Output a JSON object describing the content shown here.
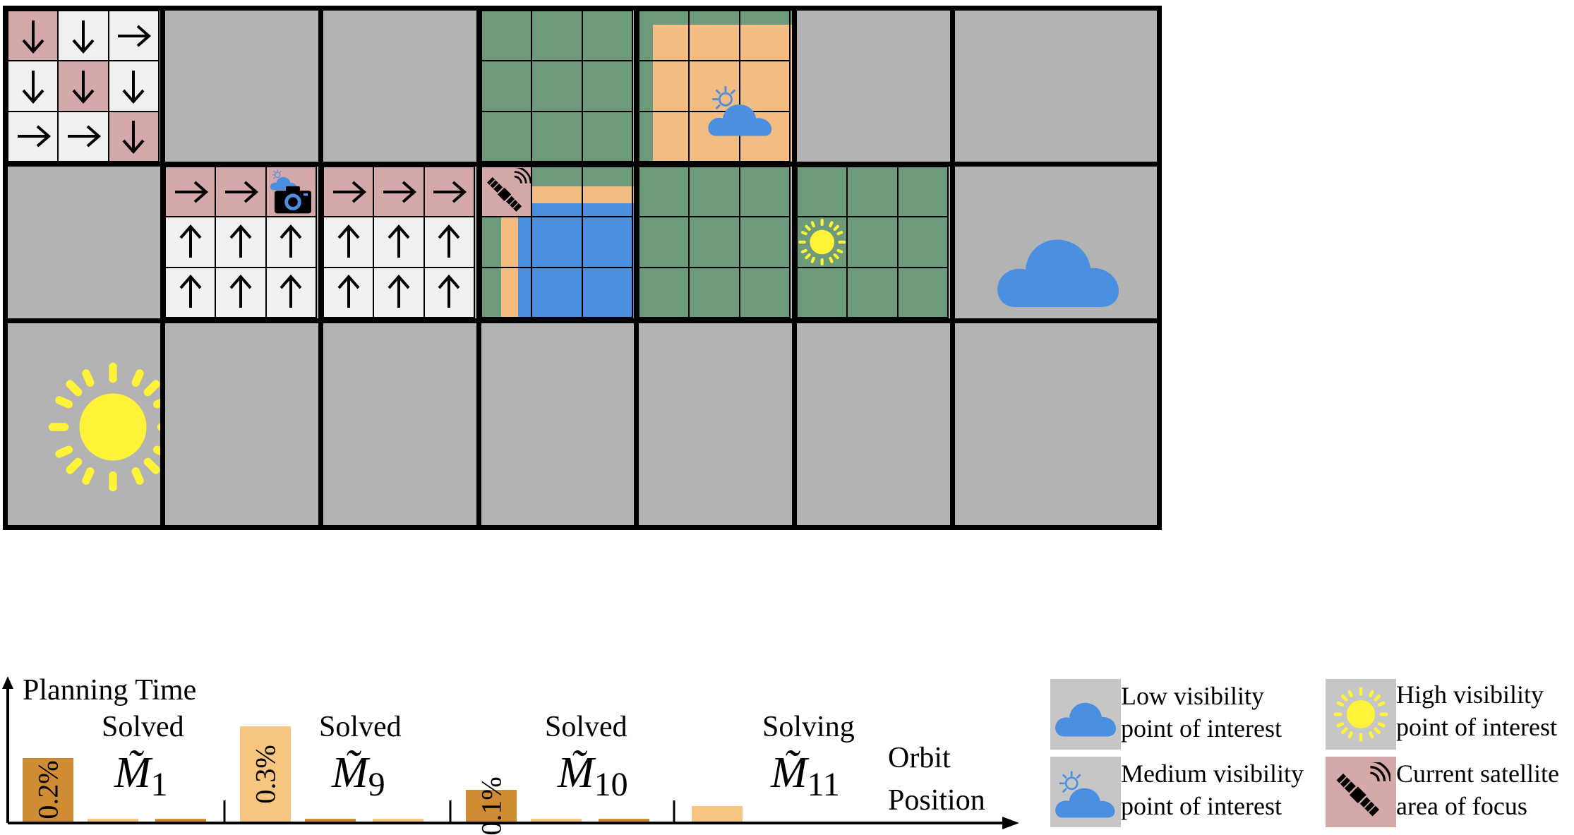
{
  "grid": {
    "rows": [
      [
        "policy",
        "empty",
        "empty",
        "green",
        "green-orange-cloud",
        "empty",
        "empty"
      ],
      [
        "empty",
        "policy-camera",
        "policy",
        "satellite-focus",
        "green",
        "green-sun",
        "cloud"
      ],
      [
        "sun",
        "empty",
        "empty",
        "empty",
        "empty",
        "empty",
        "empty"
      ]
    ],
    "policy_blocks": {
      "r0c0": {
        "cells": [
          [
            "down",
            "down",
            "right"
          ],
          [
            "down",
            "down",
            "down"
          ],
          [
            "right",
            "right",
            "down"
          ]
        ],
        "highlight": [
          [
            true,
            false,
            false
          ],
          [
            false,
            true,
            false
          ],
          [
            false,
            false,
            true
          ]
        ]
      },
      "r1c1": {
        "cells": [
          [
            "right",
            "right",
            "camera"
          ],
          [
            "up",
            "up",
            "up"
          ],
          [
            "up",
            "up",
            "up"
          ]
        ],
        "highlight": [
          [
            true,
            true,
            true
          ],
          [
            false,
            false,
            false
          ],
          [
            false,
            false,
            false
          ]
        ]
      },
      "r1c2": {
        "cells": [
          [
            "right",
            "right",
            "right"
          ],
          [
            "up",
            "up",
            "up"
          ],
          [
            "up",
            "up",
            "up"
          ]
        ],
        "highlight": [
          [
            true,
            true,
            true
          ],
          [
            false,
            false,
            false
          ],
          [
            false,
            false,
            false
          ]
        ]
      }
    }
  },
  "chart": {
    "axis_title": "Planning Time",
    "xlabel_line1": "Orbit",
    "xlabel_line2": "Position",
    "groups": [
      {
        "status": "Solved",
        "model": "M",
        "subscript": "1",
        "bars": [
          {
            "value_pct": 0.2,
            "label": "0.2%",
            "style": "dark"
          },
          {
            "value_pct": 0.0,
            "label": "",
            "style": "light"
          },
          {
            "value_pct": 0.0,
            "label": "",
            "style": "dark"
          }
        ]
      },
      {
        "status": "Solved",
        "model": "M",
        "subscript": "9",
        "bars": [
          {
            "value_pct": 0.3,
            "label": "0.3%",
            "style": "light"
          },
          {
            "value_pct": 0.0,
            "label": "",
            "style": "dark"
          },
          {
            "value_pct": 0.0,
            "label": "",
            "style": "light"
          }
        ]
      },
      {
        "status": "Solved",
        "model": "M",
        "subscript": "10",
        "bars": [
          {
            "value_pct": 0.1,
            "label": "0.1%",
            "style": "dark"
          },
          {
            "value_pct": 0.0,
            "label": "",
            "style": "light"
          },
          {
            "value_pct": 0.0,
            "label": "",
            "style": "dark"
          }
        ]
      },
      {
        "status": "Solving",
        "model": "M",
        "subscript": "11",
        "bars": [
          {
            "value_pct": 0.05,
            "label": "",
            "style": "light"
          }
        ]
      }
    ]
  },
  "legend": {
    "low_line1": "Low visibility",
    "low_line2": "point of interest",
    "medium_line1": "Medium visibility",
    "medium_line2": "point of interest",
    "high_line1": "High visibility",
    "high_line2": "point of interest",
    "satellite_line1": "Current satellite",
    "satellite_line2": "area of focus"
  },
  "colors": {
    "gray": "#b3b3b3",
    "green": "#6e9a7c",
    "pink": "#d5a9a9",
    "orange": "#f3bc82",
    "blue": "#4b8fe0",
    "sun": "#fff33a",
    "bar_dark": "#d08c33",
    "bar_light": "#f6c680"
  }
}
